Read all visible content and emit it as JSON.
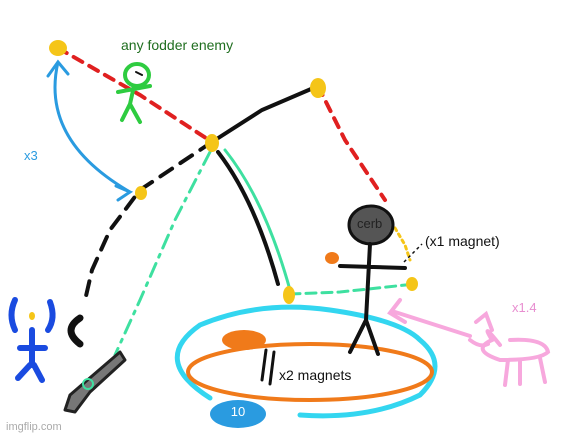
{
  "labels": {
    "fodder": "any fodder enemy",
    "x3": "x3",
    "cerb": "cerb",
    "x1_magnet": "(x1 magnet)",
    "x1_4": "x1.4",
    "x2_magnets": "x2 magnets",
    "ten": "10",
    "watermark": "imgflip.com"
  },
  "colors": {
    "black": "#111111",
    "red_dash": "#e02020",
    "blue_arrow": "#2a9be0",
    "green_dash": "#3ee0a0",
    "green_figure": "#2ecc40",
    "gold": "#f5c518",
    "cyan": "#33d6f0",
    "orange": "#f07a1a",
    "pink": "#f7a8dd",
    "blue_figure": "#1a4be0",
    "gray_figure": "#555555",
    "text_green": "#1f6e1f",
    "text_blue": "#2a9be0",
    "text_pink": "#e88ed0"
  },
  "icons": [
    "fodder-enemy-figure",
    "cerb-figure",
    "pig-figure",
    "player-figure",
    "gun-icon"
  ]
}
